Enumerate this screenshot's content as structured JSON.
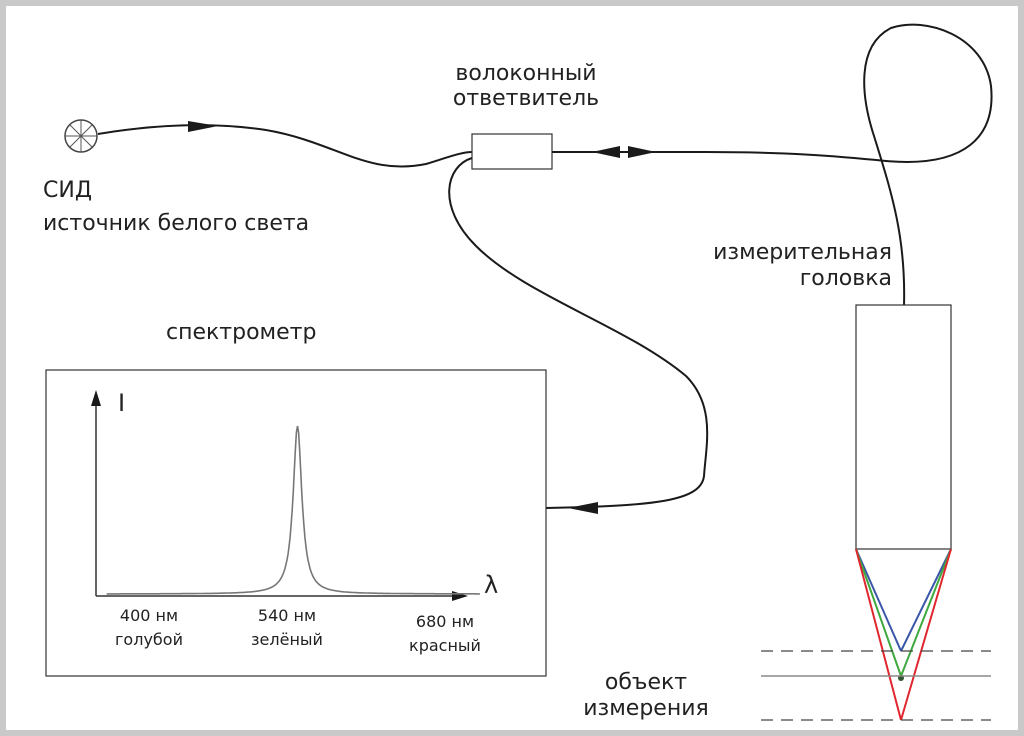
{
  "led": {
    "name": "СИД",
    "description": "источник белого света"
  },
  "coupler": {
    "line1": "волоконный",
    "line2": "ответвитель"
  },
  "probe": {
    "line1": "измерительная",
    "line2": "головка"
  },
  "spectrometer": {
    "title": "спектрометр"
  },
  "object": {
    "line1": "объект",
    "line2": "измерения"
  },
  "colors": {
    "blue": "#3a56a8",
    "green": "#3fa83f",
    "red": "#e0262e",
    "line": "#1a1a1a"
  },
  "chart_data": {
    "type": "line",
    "ylabel": "I",
    "xlabel": "λ",
    "ticks": [
      {
        "value": "400 нм",
        "color": "голубой"
      },
      {
        "value": "540 нм",
        "color": "зелёный"
      },
      {
        "value": "680 нм",
        "color": "красный"
      }
    ],
    "peak_wavelength": 540
  }
}
